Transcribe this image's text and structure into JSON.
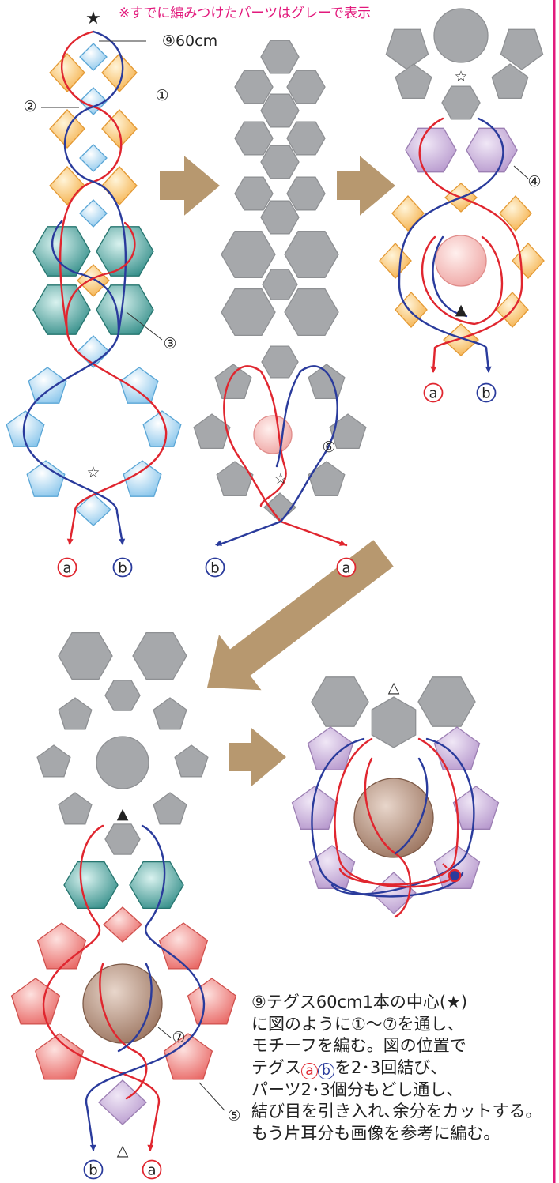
{
  "header_note": "※すでに編みつけたパーツはグレーで表示",
  "labels": {
    "star": "★",
    "cord_length": "⑨60cm",
    "n1": "①",
    "n2": "②",
    "n3": "③",
    "n4": "④",
    "n5": "⑤",
    "n6": "⑥",
    "n7": "⑦",
    "white_star": "☆",
    "black_triangle": "▲",
    "white_triangle": "△",
    "a": "a",
    "b": "b"
  },
  "caption": {
    "line1": "⑨テグス60cm1本の中心(★)",
    "line2": "に図のように①〜⑦を通し、",
    "line3": "モチーフを編む。図の位置で",
    "line4_pre": "テグス",
    "line4_a": "a",
    "line4_b": "b",
    "line4_post": "を2･3回結び、",
    "line5": "パーツ2･3個分もどし通し、",
    "line6": "結び目を引き入れ､余分をカットする。",
    "line7": "もう片耳分も画像を参考に編む。"
  },
  "colors": {
    "orange": "#f6b95a",
    "blue": "#9fd2ef",
    "teal": "#3e9a94",
    "gray": "#a6a8ab",
    "purple": "#c2a6d4",
    "pink": "#f3b4b2",
    "red": "#ee6f6c",
    "brown": "#a8836e",
    "thread_red": "#e0262f",
    "thread_blue": "#2a3b9c",
    "arrow": "#b7986f",
    "border": "#e2197c"
  }
}
